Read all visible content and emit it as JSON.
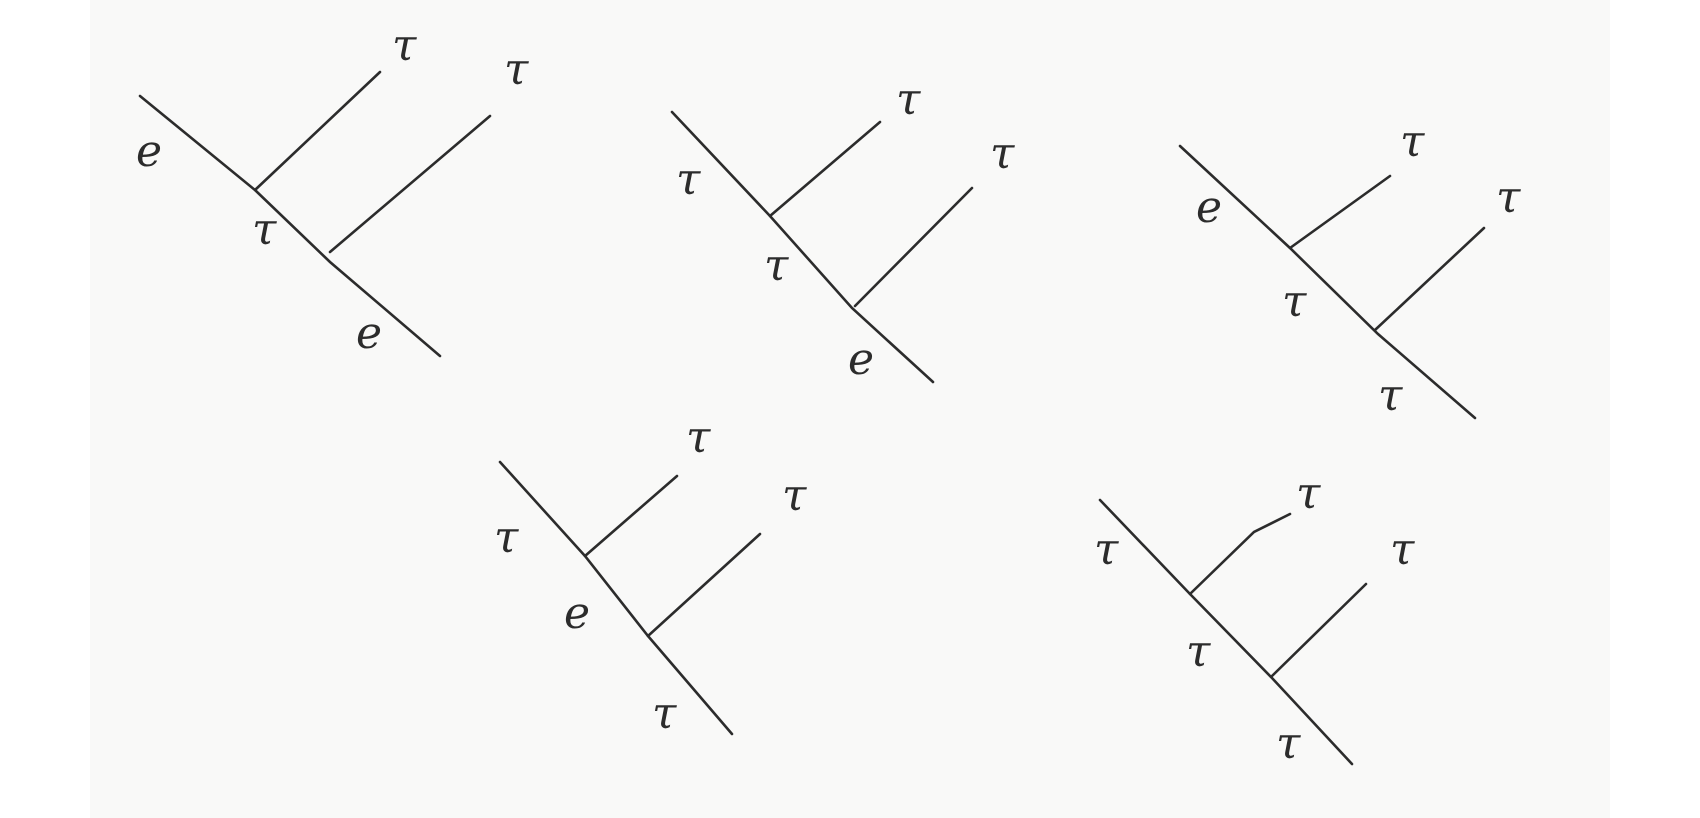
{
  "diagrams": [
    {
      "labels": {
        "trunk_top": "e",
        "trunk_middle": "τ",
        "trunk_bottom": "e",
        "branch_1_tip": "τ",
        "branch_2_tip": "τ"
      }
    },
    {
      "labels": {
        "trunk_top": "τ",
        "trunk_middle": "τ",
        "trunk_bottom": "e",
        "branch_1_tip": "τ",
        "branch_2_tip": "τ"
      }
    },
    {
      "labels": {
        "trunk_top": "e",
        "trunk_middle": "τ",
        "trunk_bottom": "τ",
        "branch_1_tip": "τ",
        "branch_2_tip": "τ"
      }
    },
    {
      "labels": {
        "trunk_top": "τ",
        "trunk_middle": "e",
        "trunk_bottom": "τ",
        "branch_1_tip": "τ",
        "branch_2_tip": "τ"
      }
    },
    {
      "labels": {
        "trunk_top": "τ",
        "trunk_middle": "τ",
        "trunk_bottom": "τ",
        "branch_1_tip": "τ",
        "branch_2_tip": "τ"
      }
    }
  ]
}
